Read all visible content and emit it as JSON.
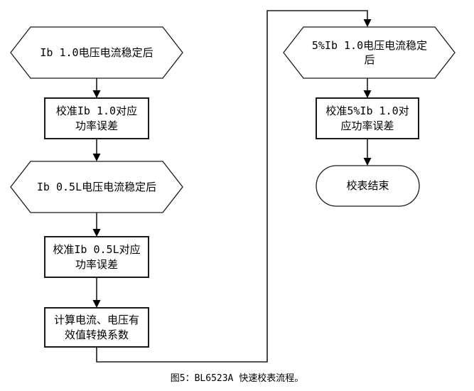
{
  "figure_caption": "图5：BL6523A 快速校表流程。",
  "nodes": {
    "ib10_stable": {
      "type": "hexagon",
      "label": "Ib 1.0电压电流稳定后"
    },
    "cal_ib10": {
      "type": "process",
      "label": "校准Ib 1.0对应\n功率误差"
    },
    "ib05l_stable": {
      "type": "hexagon",
      "label": "Ib 0.5L电压电流稳定后"
    },
    "cal_ib05l": {
      "type": "process",
      "label": "校准Ib 0.5L对应\n功率误差"
    },
    "calc_rms": {
      "type": "process",
      "label": "计算电流、电压有\n效值转换系数"
    },
    "ib5pct_stable": {
      "type": "hexagon",
      "label": "5%Ib 1.0电压电流稳定\n后"
    },
    "cal_ib5pct": {
      "type": "process",
      "label": "校准5%Ib 1.0对\n应功率误差"
    },
    "finish": {
      "type": "terminator",
      "label": "校表结束"
    }
  },
  "colors": {
    "line": "#1a1a1a",
    "arrow": "#000000",
    "text": "#000000",
    "background": "#ffffff"
  }
}
